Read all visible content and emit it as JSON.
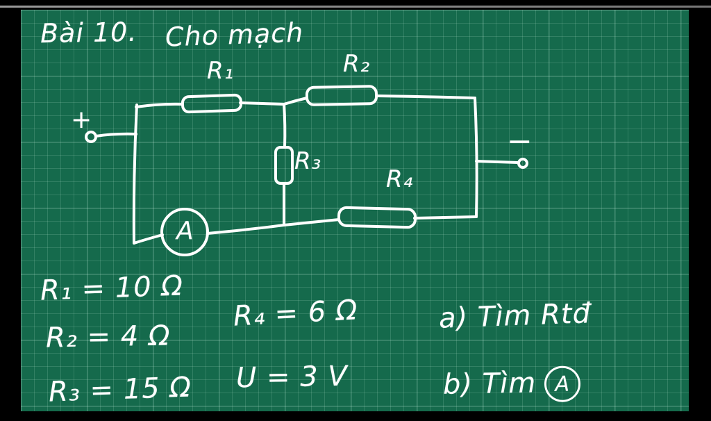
{
  "board": {
    "title": "Bài 10.",
    "subtitle": "Cho mạch",
    "colors": {
      "background": "#156a4c",
      "grid": "#bfe8d5",
      "ink": "#ffffff",
      "frame": "#000000"
    }
  },
  "circuit": {
    "labels": {
      "r1": "R₁",
      "r2": "R₂",
      "r3": "R₃",
      "r4": "R₄",
      "ammeter": "A",
      "plus": "+",
      "minus": "−"
    }
  },
  "givens": [
    "R₁ = 10 Ω",
    "R₂ = 4 Ω",
    "R₃ = 15 Ω",
    "R₄ = 6 Ω",
    "U = 3 V"
  ],
  "questions": {
    "a": "a) Tìm Rtđ",
    "b_prefix": "b) Tìm",
    "b_circled": "A"
  }
}
